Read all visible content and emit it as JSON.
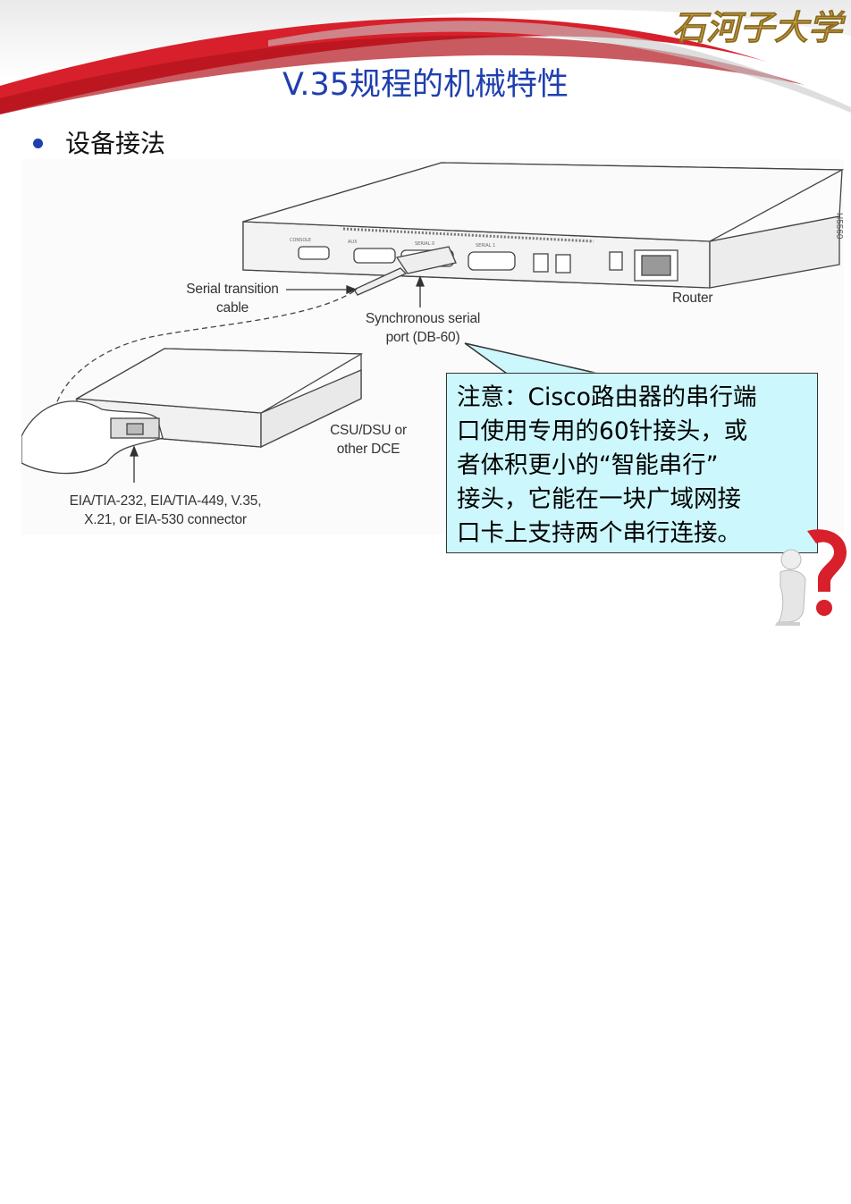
{
  "header": {
    "logo_text": "石河子大学",
    "title": "V.35规程的机械特性"
  },
  "bullet": {
    "text": "设备接法"
  },
  "figure": {
    "router_label": "Router",
    "serial_cable_label": [
      "Serial transition",
      "cable"
    ],
    "sync_port_label": [
      "Synchronous serial",
      "port (DB-60)"
    ],
    "csu_label": [
      "CSU/DSU or",
      "other DCE"
    ],
    "connector_label": [
      "EIA/TIA-232, EIA/TIA-449, V.35,",
      "X.21, or EIA-530 connector"
    ],
    "figure_code": "H5560"
  },
  "callout": {
    "lines": [
      "注意：Cisco路由器的串行端",
      "口使用专用的60针接头，或",
      "者体积更小的“智能串行”",
      "接头，它能在一块广域网接",
      "口卡上支持两个串行连接。"
    ]
  },
  "colors": {
    "title": "#1f3fae",
    "banner_red": "#d7202b",
    "callout_bg": "#ccf7fc",
    "logo_gold": "#c8a24a"
  }
}
